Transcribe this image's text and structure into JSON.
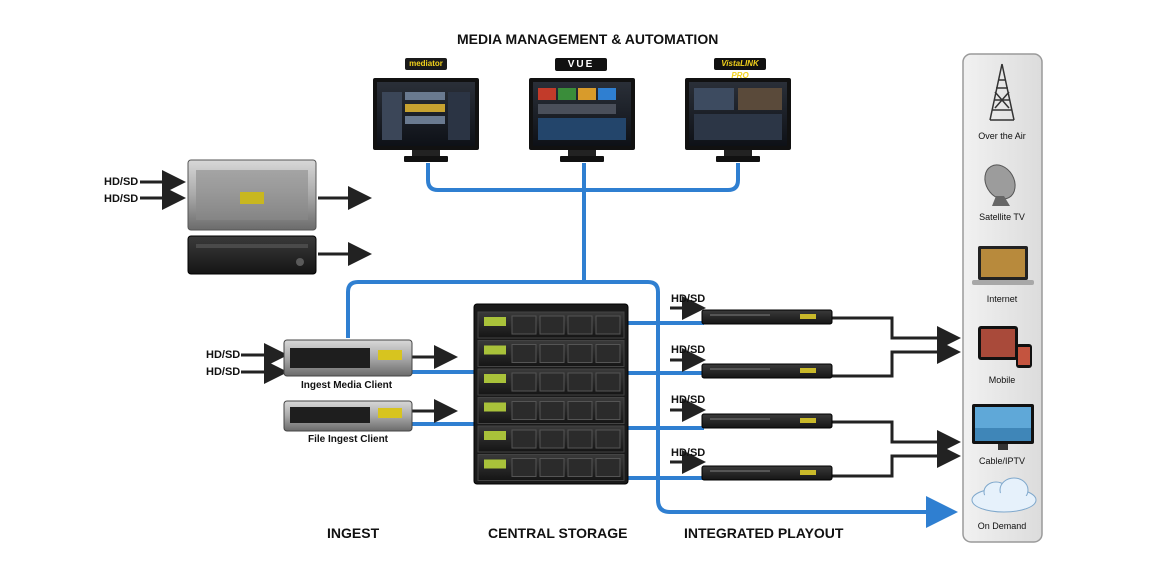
{
  "titles": {
    "top": "MEDIA MANAGEMENT & AUTOMATION",
    "ingest": "INGEST",
    "storage": "CENTRAL STORAGE",
    "playout": "INTEGRATED PLAYOUT"
  },
  "monitors": [
    {
      "logo": "mediator"
    },
    {
      "logo": "VUE"
    },
    {
      "logo": "VistaLINK PRO"
    }
  ],
  "clients": {
    "ingest_media": "Ingest Media Client",
    "file_ingest": "File Ingest Client"
  },
  "inputs": {
    "router_1": "HD/SD",
    "router_2": "HD/SD",
    "client_1": "HD/SD",
    "client_2": "HD/SD",
    "playout_1": "HD/SD",
    "playout_2": "HD/SD",
    "playout_3": "HD/SD",
    "playout_4": "HD/SD"
  },
  "outputs": [
    {
      "label": "Over the Air",
      "icon": "tower-icon"
    },
    {
      "label": "Satellite TV",
      "icon": "satellite-dish-icon"
    },
    {
      "label": "Internet",
      "icon": "laptop-icon"
    },
    {
      "label": "Mobile",
      "icon": "mobile-devices-icon"
    },
    {
      "label": "Cable/IPTV",
      "icon": "tv-icon"
    },
    {
      "label": "On Demand",
      "icon": "cloud-icon"
    }
  ],
  "colors": {
    "link": "#2f7fd1",
    "signal": "#222222",
    "panel": "#e8e8e8"
  }
}
